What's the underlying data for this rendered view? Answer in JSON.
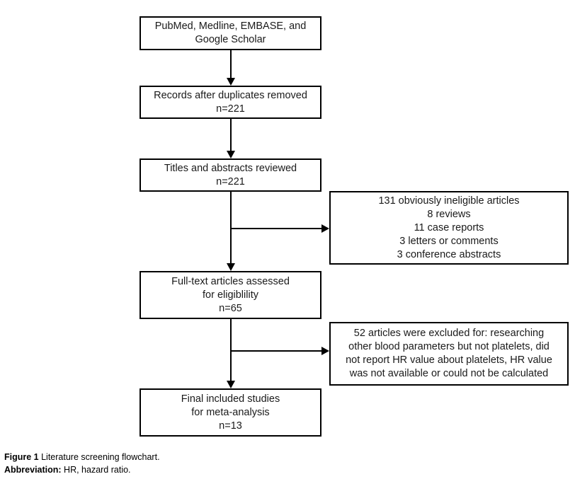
{
  "colors": {
    "line": "#000000",
    "text": "#1a1a1a",
    "background": "#ffffff"
  },
  "flowchart": {
    "boxes": {
      "sources": "PubMed, Medline, EMBASE, and\nGoogle Scholar",
      "records_deduped": "Records after duplicates removed\nn=221",
      "titles_abstracts": "Titles and abstracts reviewed\nn=221",
      "fulltext_assessed": "Full-text articles assessed\nfor eligiblility\nn=65",
      "final_included": "Final included studies\nfor meta-analysis\nn=13",
      "excluded_screening": "131 obviously ineligible articles\n8 reviews\n11 case reports\n3 letters or comments\n3 conference abstracts",
      "excluded_fulltext": "52 articles were excluded for: researching\nother blood parameters but not platelets, did\nnot report HR value about platelets, HR value\nwas not available or could not be calculated"
    }
  },
  "caption": {
    "figure_label": "Figure 1",
    "figure_text": " Literature screening flowchart.",
    "abbreviation_label": "Abbreviation:",
    "abbreviation_text": " HR, hazard ratio."
  }
}
